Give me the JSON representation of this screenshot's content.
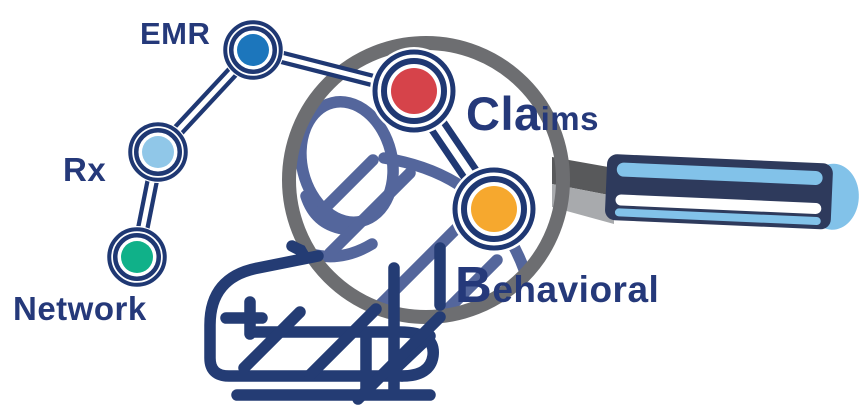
{
  "figure": {
    "labels": {
      "emr": "EMR",
      "rx": "Rx",
      "network": "Network",
      "claims_magnified": "Cla",
      "claims_rest": "ims",
      "behavioral_magnified": "B",
      "behavioral_rest": "ehavioral"
    },
    "colors": {
      "label_text": "#25397A",
      "graph_line": "#1F3873",
      "node_emr_fill": "#1C76BC",
      "node_rx_fill": "#90C7E8",
      "node_network_fill": "#10B189",
      "node_claims_fill": "#D6434A",
      "node_behavioral_fill": "#F6A82E",
      "lens_ring_gray": "#6D6E71",
      "handle_navy": "#2E3A5C",
      "handle_light_blue": "#82C2E9",
      "connector_dark_gray": "#58595B",
      "connector_light_gray": "#A8AAAD",
      "person_outline": "#243C74",
      "person_in_lens": "#54669C"
    }
  }
}
